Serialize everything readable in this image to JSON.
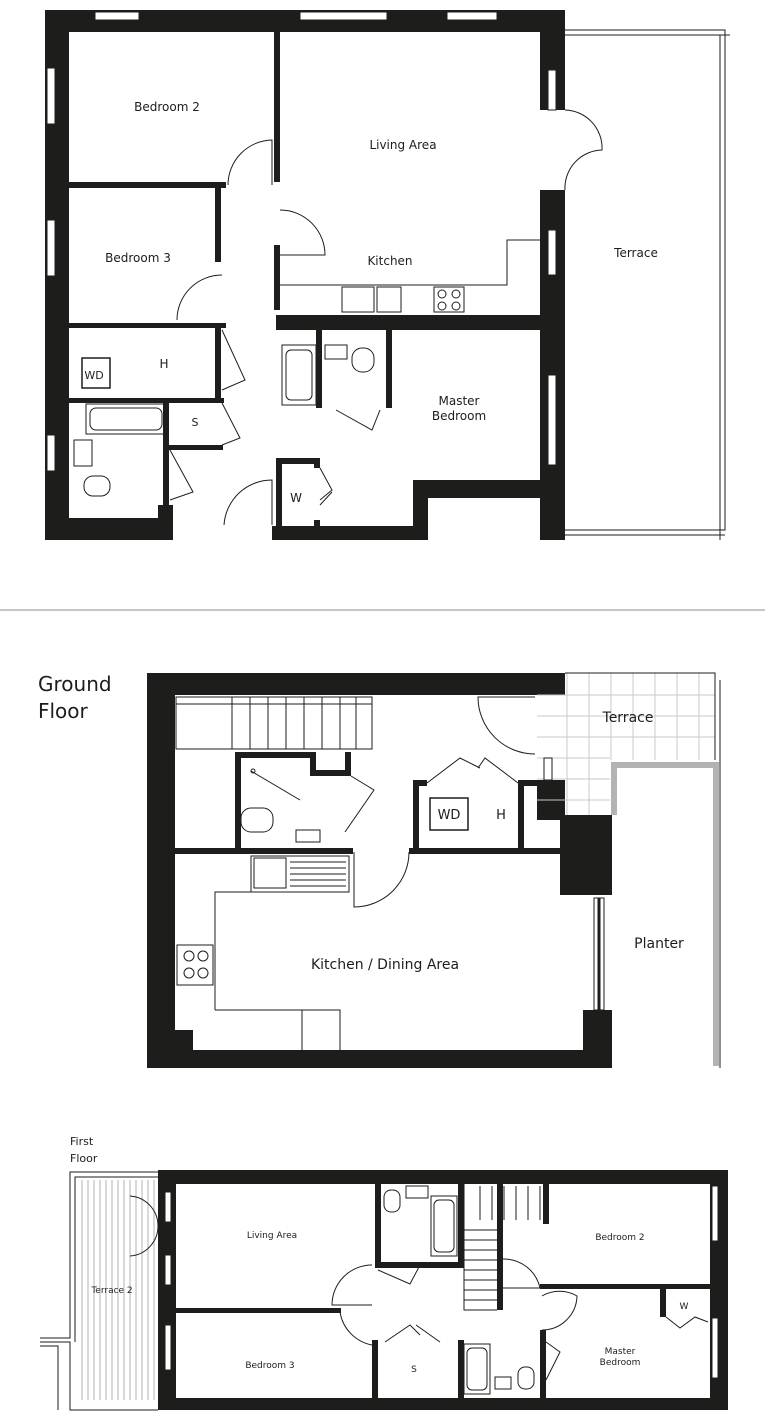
{
  "plan1": {
    "rooms": {
      "bedroom2": "Bedroom 2",
      "bedroom3": "Bedroom 3",
      "living": "Living Area",
      "kitchen": "Kitchen",
      "terrace": "Terrace",
      "h": "H",
      "wd": "WD",
      "s": "S",
      "master_line1": "Master",
      "master_line2": "Bedroom",
      "w": "W"
    }
  },
  "ground": {
    "title_line1": "Ground",
    "title_line2": "Floor",
    "rooms": {
      "terrace": "Terrace",
      "wd": "WD",
      "h": "H",
      "planter": "Planter",
      "kitchen_dining": "Kitchen / Dining Area"
    }
  },
  "first": {
    "title_line1": "First",
    "title_line2": "Floor",
    "rooms": {
      "living": "Living Area",
      "terrace2": "Terrace 2",
      "bedroom3": "Bedroom 3",
      "s": "S",
      "bedroom2": "Bedroom 2",
      "w": "W",
      "master_line1": "Master",
      "master_line2": "Bedroom"
    }
  },
  "colors": {
    "wall": "#1d1d1b",
    "line": "#1d1d1b",
    "planter": "#b3b3b3",
    "divider": "#8c8c8c"
  }
}
